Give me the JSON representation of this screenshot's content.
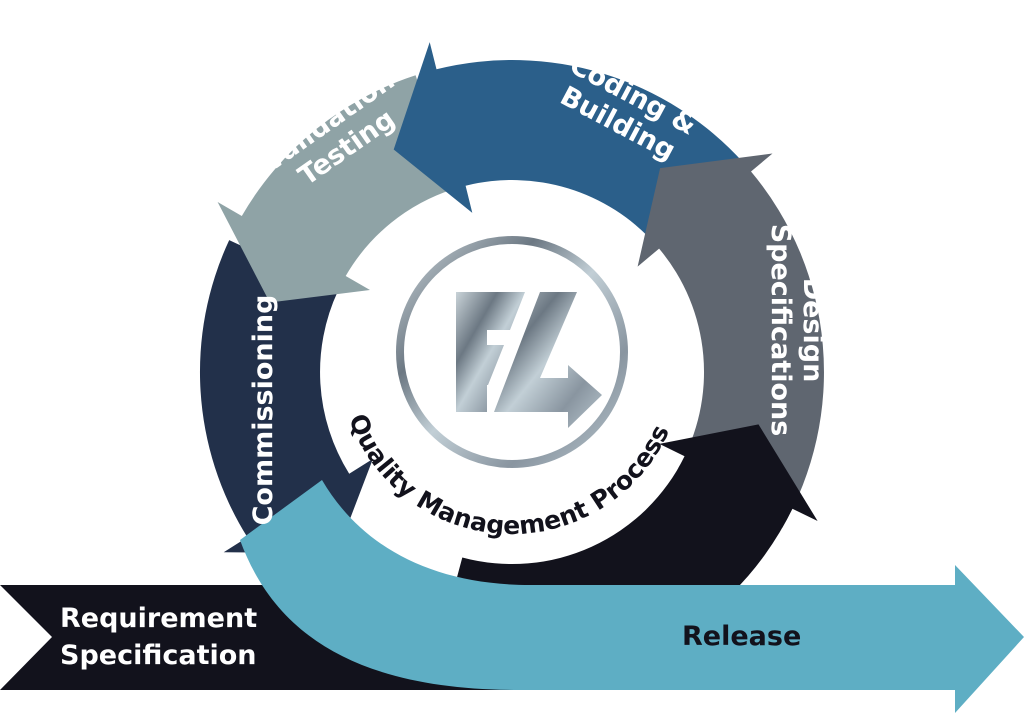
{
  "diagram": {
    "center_title": "Quality Management Process",
    "logo_text": "FL",
    "stages": {
      "requirement": [
        "Requirement",
        "Specification"
      ],
      "design": [
        "Design",
        "Specifications"
      ],
      "coding": [
        "Coding &",
        "Building"
      ],
      "validation": [
        "Validation",
        "Testing"
      ],
      "commissioning": "Commissioning",
      "release": "Release"
    },
    "colors": {
      "requirement": "#12121c",
      "design": "#5f6670",
      "coding": "#2b5f8a",
      "validation": "#8fa3a6",
      "commissioning": "#22304a",
      "release": "#5eaec4"
    }
  }
}
